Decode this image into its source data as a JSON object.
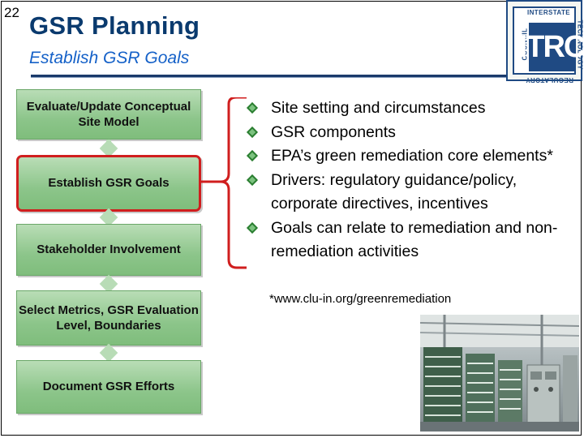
{
  "slide": {
    "number": "22",
    "title": "GSR Planning",
    "subtitle": "Establish GSR Goals"
  },
  "logo": {
    "top_text": "INTERSTATE",
    "bottom_text": "REGULATORY",
    "left_text": "COUNCIL",
    "right_text": "TECHNOLOGY",
    "mark": "ITRC"
  },
  "flow": {
    "steps": [
      {
        "label": "Evaluate/Update Conceptual Site Model",
        "highlighted": false
      },
      {
        "label": "Establish GSR Goals",
        "highlighted": true
      },
      {
        "label": "Stakeholder Involvement",
        "highlighted": false
      },
      {
        "label": "Select Metrics, GSR Evaluation Level, Boundaries",
        "highlighted": false
      },
      {
        "label": "Document GSR Efforts",
        "highlighted": false
      }
    ]
  },
  "bullets": [
    "Site setting and circumstances",
    "GSR components",
    "EPA’s green remediation core elements*",
    "Drivers: regulatory guidance/policy, corporate directives, incentives",
    "Goals can relate to remediation and non-remediation activities"
  ],
  "footnote": "*www.clu-in.org/greenremediation",
  "colors": {
    "title": "#0a3a6e",
    "subtitle": "#1561c8",
    "step_fill": "#8cc58a",
    "highlight": "#d01e1e",
    "bullet": "#2a7e30"
  }
}
